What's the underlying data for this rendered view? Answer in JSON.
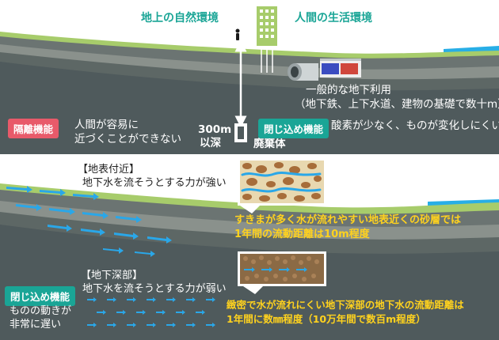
{
  "top_panel": {
    "label_nature": "地上の自然環境",
    "label_human": "人間の生活環境",
    "underground_use_line1": "一般的な地下利用",
    "underground_use_line2": "（地下鉄、上下水道、建物の基礎で数十m）",
    "depth_line1": "300m",
    "depth_line2": "以深",
    "waste_label": "廃棄体",
    "isolation_badge": "隔離機能",
    "isolation_text_line1": "人間が容易に",
    "isolation_text_line2": "近づくことができない",
    "containment_badge": "閉じ込め機能",
    "containment_text": "酸素が少なく、ものが変化しにくい"
  },
  "bottom_panel": {
    "near_surface_heading": "【地表付近】",
    "near_surface_text": "地下水を流そうとする力が強い",
    "near_surface_note_line1": "すきまが多く水が流れやすい地表近くの砂層では",
    "near_surface_note_line2": "1年間の流動距離は10m程度",
    "deep_heading": "【地下深部】",
    "deep_text": "地下水を流そうとする力が弱い",
    "containment_badge": "閉じ込め機能",
    "deep_motion_line1": "ものの動きが",
    "deep_motion_line2": "非常に遅い",
    "deep_note_line1": "緻密で水が流れにくい地下深部の地下水の流動距離は",
    "deep_note_line2": "1年間に数㎜程度（10万年間で数百m程度）"
  },
  "colors": {
    "sky": "#ffffff",
    "ground_dark": "#4f5a5c",
    "grass": "#a7cc6b",
    "sea": "#28aee6",
    "teal_accent": "#1aa596",
    "red_badge": "#e85a6a",
    "yellow_note": "#ffd21e",
    "water_arrow": "#2aa7e8"
  }
}
